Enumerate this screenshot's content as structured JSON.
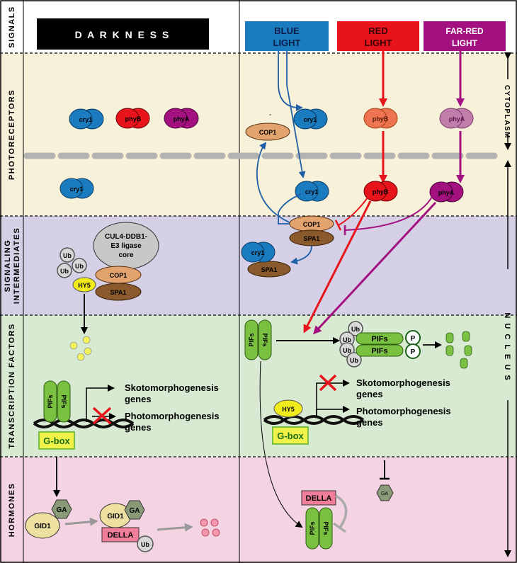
{
  "rows": {
    "signals": "SIGNALS",
    "photoreceptors": "PHOTORECEPTORS",
    "signaling_line1": "SIGNALING",
    "signaling_line2": "INTERMEDIATES",
    "transcription": "TRANSCRIPTION FACTORS",
    "hormones": "HORMONES"
  },
  "signals": {
    "darkness": "D A R K N E S S",
    "blue_line1": "BLUE",
    "blue_line2": "LIGHT",
    "red_line1": "RED",
    "red_line2": "LIGHT",
    "farred_line1": "FAR-RED",
    "farred_line2": "LIGHT"
  },
  "compartments": {
    "cytoplasm": "CYTOPLASM",
    "nucleus": "N U C L E U S"
  },
  "proteins": {
    "cry1": "cry1",
    "phyB": "phyB",
    "phyA": "phyA",
    "cop1": "COP1",
    "spa1": "SPA1",
    "ub": "Ub",
    "hy5": "HY5",
    "pifs": "PIFs",
    "p": "P",
    "ga": "GA",
    "gid1": "GID1",
    "della": "DELLA",
    "ligase_line1": "CUL4-DDB1-",
    "ligase_line2": "E3 ligase",
    "ligase_line3": "core",
    "gbox": "G-box",
    "dash": "-"
  },
  "genes": {
    "skoto_line1": "Skotomorphogenesis",
    "skoto_line2": "genes",
    "photo_line1": "Photomorphogenesis",
    "photo_line2": "genes"
  },
  "colors": {
    "signals_bg": "#ffffff",
    "photoreceptors_bg": "#f6f1d8",
    "signaling_bg": "#d6d0e6",
    "transcription_bg": "#d8ebd2",
    "hormones_bg": "#f4d4e2",
    "blue": "#1f5fa8",
    "blue_box": "#1a7cbf",
    "red": "#e8141c",
    "farred": "#a2117f",
    "cop1": "#e2a36f",
    "spa1": "#8a5a2d",
    "pifs": "#7ac142",
    "hy5": "#f2ec1c",
    "gbox": "#f0f24a",
    "della": "#f07e9a",
    "ga": "#8a9a78",
    "gid1": "#eee0a0"
  }
}
